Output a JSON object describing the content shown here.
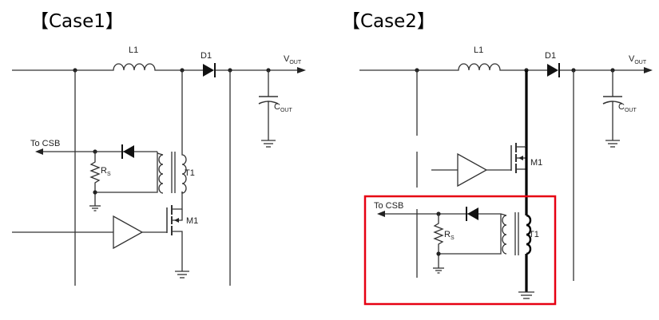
{
  "case1": {
    "title": "【Case1】",
    "l1": "L1",
    "d1": "D1",
    "vout": "V",
    "vout_sub": "OUT",
    "cout": "C",
    "cout_sub": "OUT",
    "to_csb": "To CSB",
    "rs": "R",
    "rs_sub": "S",
    "t1": "T1",
    "m1": "M1"
  },
  "case2": {
    "title": "【Case2】",
    "l1": "L1",
    "d1": "D1",
    "vout": "V",
    "vout_sub": "OUT",
    "cout": "C",
    "cout_sub": "OUT",
    "to_csb": "To CSB",
    "rs": "R",
    "rs_sub": "S",
    "t1": "T1",
    "m1": "M1",
    "highlight_color": "#e60012"
  }
}
